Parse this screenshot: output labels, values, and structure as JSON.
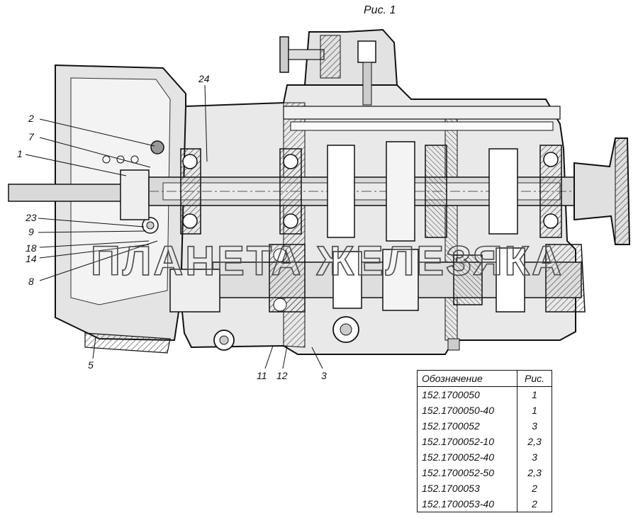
{
  "figure": {
    "title": "Рис. 1",
    "watermark": "ПЛАНЕТА ЖЕЛЕЗЯКА"
  },
  "callouts": [
    {
      "id": "c2",
      "text": "2"
    },
    {
      "id": "c7",
      "text": "7"
    },
    {
      "id": "c1",
      "text": "1"
    },
    {
      "id": "c23",
      "text": "23"
    },
    {
      "id": "c9",
      "text": "9"
    },
    {
      "id": "c18",
      "text": "18"
    },
    {
      "id": "c14",
      "text": "14"
    },
    {
      "id": "c8",
      "text": "8"
    },
    {
      "id": "c24",
      "text": "24"
    },
    {
      "id": "c5",
      "text": "5"
    },
    {
      "id": "c11",
      "text": "11"
    },
    {
      "id": "c12",
      "text": "12"
    },
    {
      "id": "c3",
      "text": "3"
    }
  ],
  "table": {
    "headers": [
      "Обозначение",
      "Рис."
    ],
    "rows": [
      [
        "152.1700050",
        "1"
      ],
      [
        "152.1700050-40",
        "1"
      ],
      [
        "152.1700052",
        "3"
      ],
      [
        "152.1700052-10",
        "2,3"
      ],
      [
        "152.1700052-40",
        "3"
      ],
      [
        "152.1700052-50",
        "2,3"
      ],
      [
        "152.1700053",
        "2"
      ],
      [
        "152.1700053-40",
        "2"
      ]
    ]
  },
  "colors": {
    "ink": "#111111",
    "metal": "#d9d9d9",
    "background": "#ffffff"
  }
}
